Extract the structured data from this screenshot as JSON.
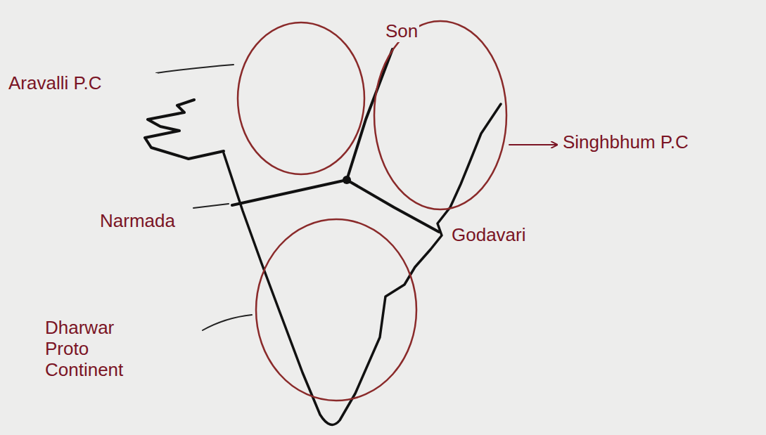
{
  "diagram": {
    "nodes": [
      {
        "text": [
          "Aravalli P.C"
        ]
      },
      {
        "text": [
          "Singhbhum P.C"
        ]
      },
      {
        "text": [
          "Dharwar Proto Continent"
        ]
      }
    ],
    "labels": [
      "Son",
      "Narmada",
      "Godavari"
    ]
  }
}
